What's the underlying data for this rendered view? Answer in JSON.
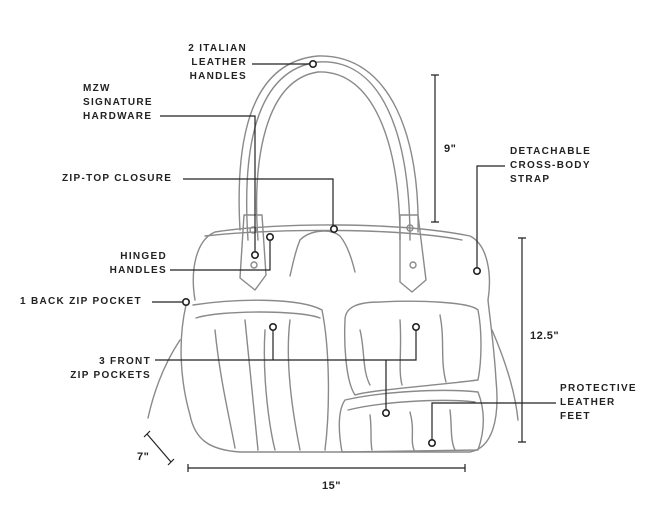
{
  "callouts": {
    "handles": [
      "2 ITALIAN",
      "LEATHER",
      "HANDLES"
    ],
    "hardware": [
      "MZW",
      "SIGNATURE",
      "HARDWARE"
    ],
    "closure": [
      "ZIP-TOP CLOSURE"
    ],
    "hinged": [
      "HINGED",
      "HANDLES"
    ],
    "back_pocket": [
      "1 BACK ZIP POCKET"
    ],
    "front_pockets": [
      "3 FRONT",
      "ZIP POCKETS"
    ],
    "strap": [
      "DETACHABLE",
      "CROSS-BODY",
      "STRAP"
    ],
    "feet": [
      "PROTECTIVE",
      "LEATHER",
      "FEET"
    ]
  },
  "dimensions": {
    "handle_drop": "9\"",
    "height": "12.5\"",
    "width": "15\"",
    "depth": "7\""
  },
  "colors": {
    "ink": "#222222",
    "sketch": "#8a8a8a"
  }
}
